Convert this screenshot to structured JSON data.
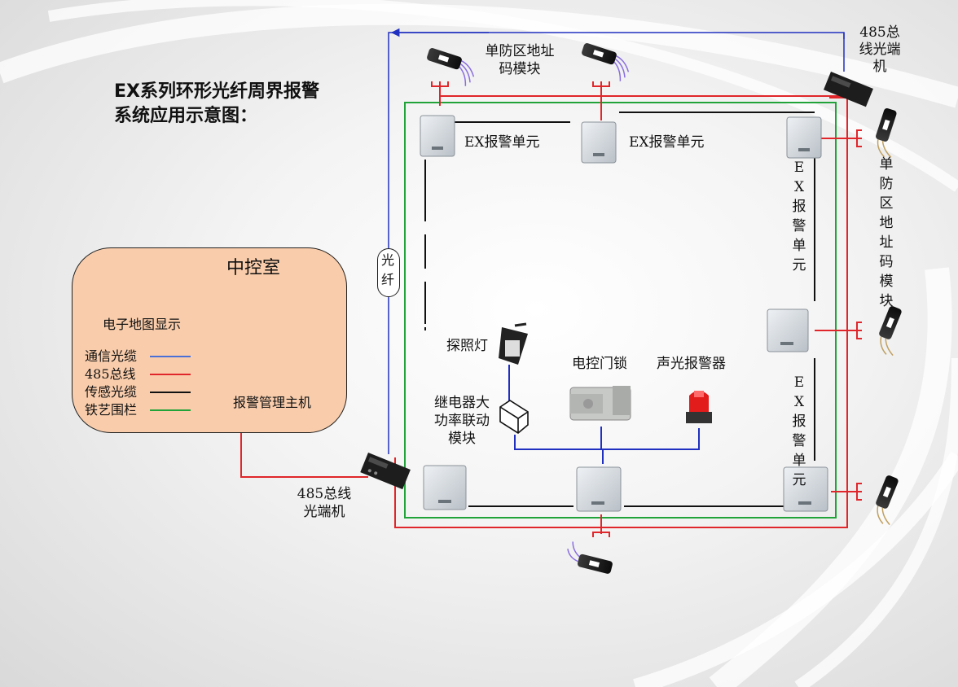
{
  "title": "EX系列环形光纤周界报警系统应用示意图：",
  "control_room": {
    "title": "中控室",
    "map_label": "电子地图显示",
    "host_label": "报警管理主机",
    "legend": [
      {
        "label": "通信光缆",
        "color": "#4a6fd6"
      },
      {
        "label": "485总线",
        "color": "#e0262a"
      },
      {
        "label": "传感光缆",
        "color": "#111111"
      },
      {
        "label": "铁艺围栏",
        "color": "#22a33a"
      }
    ]
  },
  "fiber_label": "光纤",
  "transceiver_top": "485总线光端机",
  "transceiver_bottom": "485总线光端机",
  "address_module_top": "单防区地址码模块",
  "address_module_right": "单防区地址码模块",
  "alarm_unit_1": "EX报警单元",
  "alarm_unit_2": "EX报警单元",
  "alarm_unit_right_upper": "EX报警单元",
  "alarm_unit_right_lower": "EX报警单元",
  "searchlight": "探照灯",
  "relay_module": "继电器大功率联动模块",
  "door_lock": "电控门锁",
  "sound_light_alarm": "声光报警器"
}
